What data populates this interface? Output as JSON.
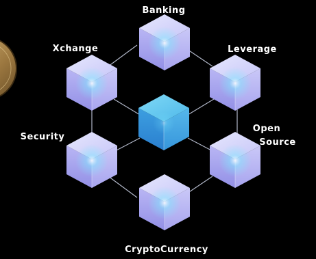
{
  "diagram": {
    "center_node": {
      "label": ""
    },
    "nodes": [
      {
        "id": "banking",
        "label": "Banking"
      },
      {
        "id": "leverage",
        "label": "Leverage"
      },
      {
        "id": "open-source",
        "label_line1": "Open",
        "label_line2": "Source"
      },
      {
        "id": "cryptocurrency",
        "label": "CryptoCurrency"
      },
      {
        "id": "security",
        "label": "Security"
      },
      {
        "id": "xchange",
        "label": "Xchange"
      }
    ],
    "colors": {
      "background": "#000000",
      "outer_cube_top": "#d7d8fb",
      "outer_cube_left": "#a9a6f0",
      "outer_cube_right": "#b7b4f3",
      "center_cube_top": "#5ec6ee",
      "center_cube_left": "#2f8fd8",
      "center_cube_right": "#3fa6e4",
      "glow": "#7ee8ff",
      "connector": "#cfd6ea",
      "logo_gold": "#b08a4a"
    }
  }
}
